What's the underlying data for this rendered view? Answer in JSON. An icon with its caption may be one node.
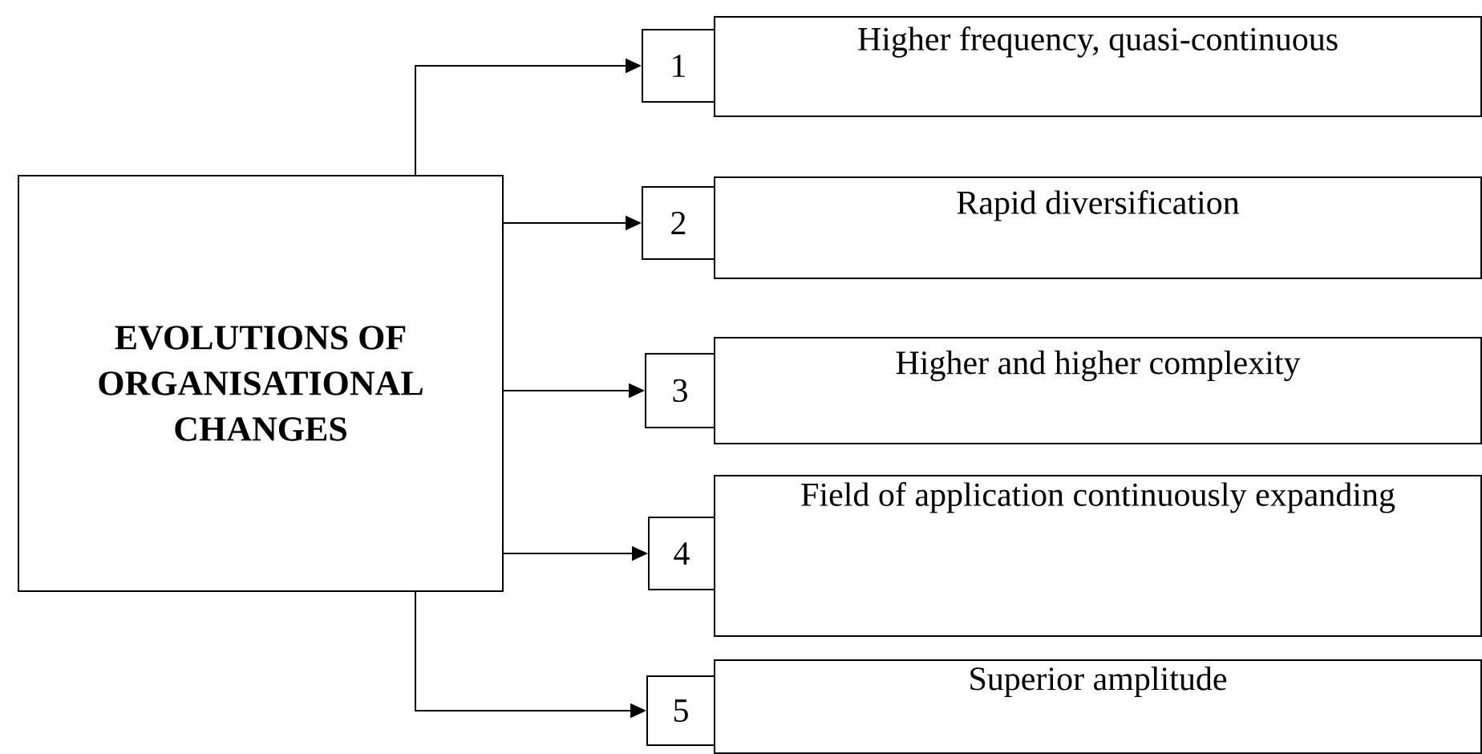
{
  "diagram": {
    "nodes": [
      {
        "text": [
          "EVOLUTIONS OF ORGANISATIONAL CHANGES"
        ]
      },
      {
        "text": [
          "1"
        ]
      },
      {
        "text": [
          "Higher frequency, quasi-continuous"
        ]
      },
      {
        "text": [
          "2"
        ]
      },
      {
        "text": [
          "Rapid diversification"
        ]
      },
      {
        "text": [
          "3"
        ]
      },
      {
        "text": [
          "Higher and higher complexity"
        ]
      },
      {
        "text": [
          "4"
        ]
      },
      {
        "text": [
          "Field of application continuously expanding"
        ]
      },
      {
        "text": [
          "5"
        ]
      },
      {
        "text": [
          "Superior amplitude"
        ]
      }
    ],
    "edges": [
      {
        "from": 0,
        "to": 1,
        "arrow": "to"
      },
      {
        "from": 0,
        "to": 3,
        "arrow": "to"
      },
      {
        "from": 0,
        "to": 5,
        "arrow": "to"
      },
      {
        "from": 0,
        "to": 7,
        "arrow": "to"
      },
      {
        "from": 0,
        "to": 9,
        "arrow": "to"
      }
    ]
  }
}
